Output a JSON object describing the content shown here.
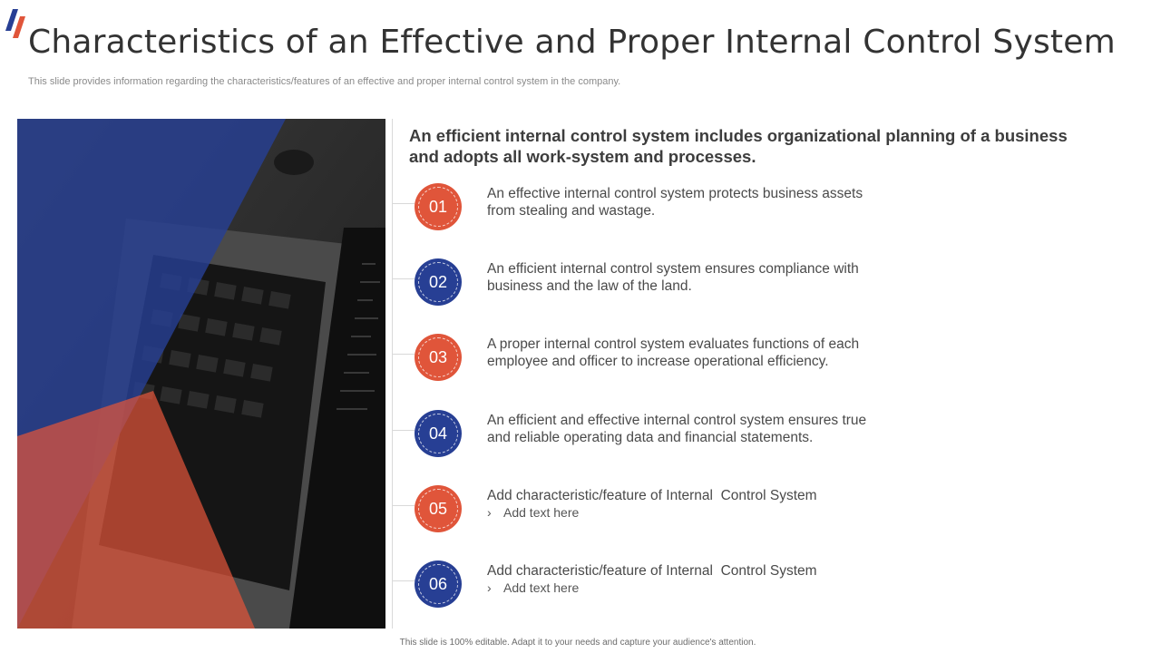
{
  "slide": {
    "title": "Characteristics of an Effective and Proper Internal Control System",
    "subtitle": "This slide provides information regarding the characteristics/features of an effective and proper internal control system in the company.",
    "lead": "An efficient internal control system includes organizational planning of a business and adopts all work-system and processes.",
    "footer": "This slide is 100% editable. Adapt it to your needs and capture your audience's attention."
  },
  "items": [
    {
      "num": "01",
      "text": "An effective internal control system protects business assets from stealing and wastage.",
      "sub": "",
      "color": "#e0553a"
    },
    {
      "num": "02",
      "text": "An efficient internal control system ensures compliance with business and the law of the land.",
      "sub": "",
      "color": "#273f94"
    },
    {
      "num": "03",
      "text": "A proper internal control system evaluates functions of each employee and officer to increase operational efficiency.",
      "sub": "",
      "color": "#e0553a"
    },
    {
      "num": "04",
      "text": "An efficient and effective internal control system ensures true and reliable operating data and financial statements.",
      "sub": "",
      "color": "#273f94"
    },
    {
      "num": "05",
      "text": "Add characteristic/feature of Internal  Control System",
      "sub": "Add text here",
      "color": "#e0553a"
    },
    {
      "num": "06",
      "text": "Add characteristic/feature of Internal  Control System",
      "sub": "Add text here",
      "color": "#273f94"
    }
  ],
  "icons": {
    "logo": "slash-logo-icon",
    "bullet": "chevron-right-icon"
  },
  "colors": {
    "accent_red": "#e0553a",
    "accent_blue": "#273f94"
  }
}
